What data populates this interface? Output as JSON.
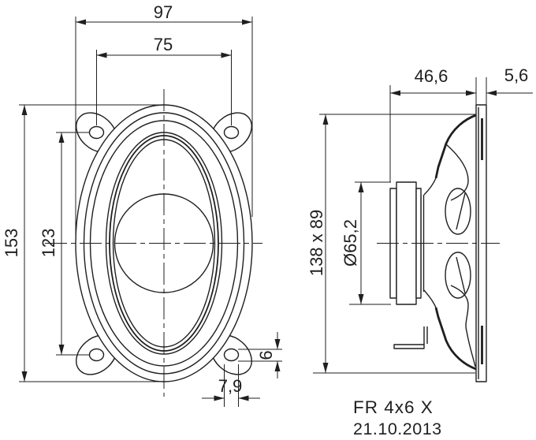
{
  "part": {
    "name": "FR 4x6 X",
    "date": "21.10.2013"
  },
  "front_view": {
    "overall_width_mm": "97",
    "hole_spacing_width_mm": "75",
    "overall_height_mm": "153",
    "hole_spacing_height_mm": "123",
    "mount_hole_height_mm": "6",
    "mount_hole_width_mm": "7,9"
  },
  "side_view": {
    "mounting_depth_mm": "46,6",
    "flange_thickness_mm": "5,6",
    "frame_size_mm": "138 x 89",
    "magnet_diameter_mm": "Ø65,2"
  },
  "colors": {
    "line": "#1f1f1f",
    "background": "#ffffff"
  }
}
